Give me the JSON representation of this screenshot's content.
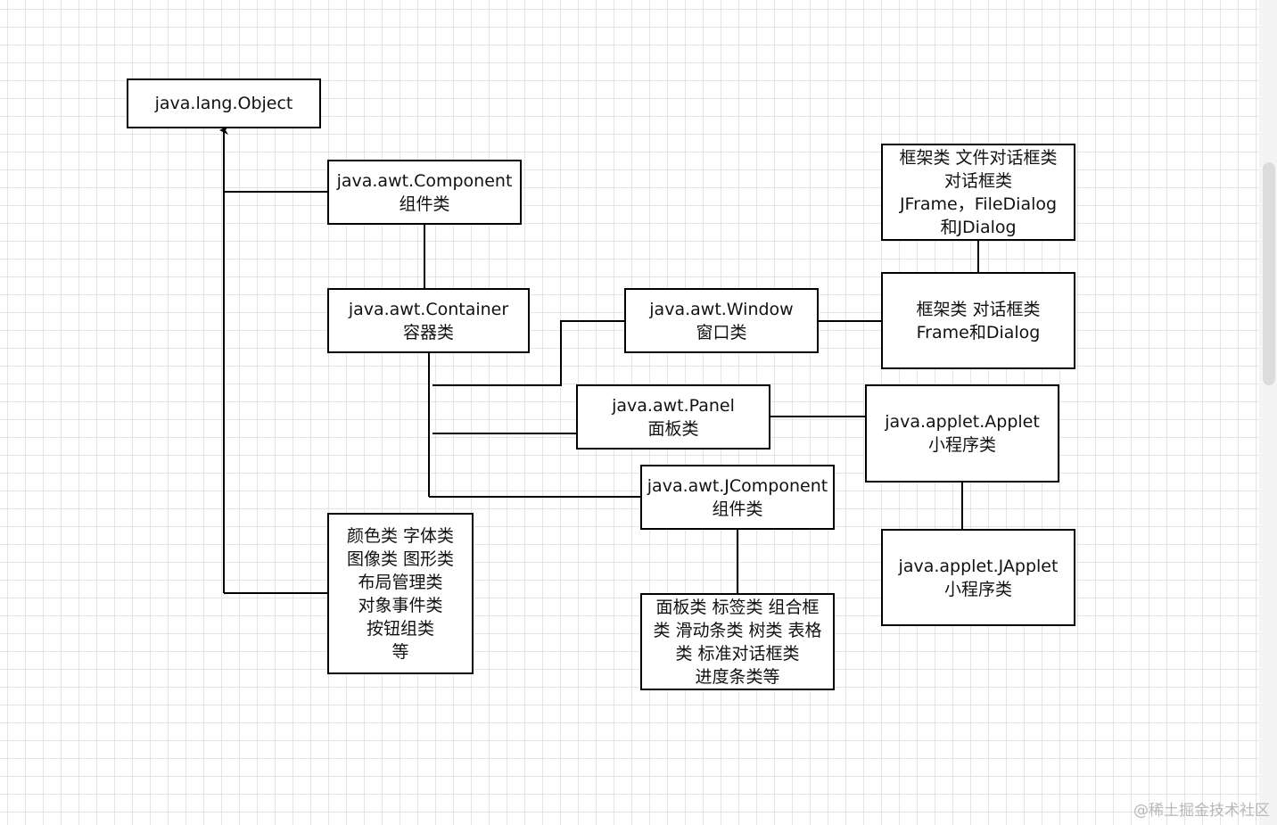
{
  "nodes": {
    "object": [
      "java.lang.Object"
    ],
    "component": [
      "java.awt.Component",
      "组件类"
    ],
    "container": [
      "java.awt.Container",
      "容器类"
    ],
    "window": [
      "java.awt.Window",
      "窗口类"
    ],
    "frame_dialog": [
      "框架类 对话框类",
      "Frame和Dialog"
    ],
    "jframe": [
      "框架类 文件对话框类",
      "对话框类",
      "JFrame，FileDialog",
      "和JDialog"
    ],
    "panel": [
      "java.awt.Panel",
      "面板类"
    ],
    "applet": [
      "java.applet.Applet",
      "小程序类"
    ],
    "jcomponent": [
      "java.awt.JComponent",
      "组件类"
    ],
    "japplet": [
      "java.applet.JApplet",
      "小程序类"
    ],
    "misc": [
      "颜色类 字体类",
      "图像类 图形类",
      "布局管理类",
      "对象事件类",
      "按钮组类",
      "等"
    ],
    "swing": [
      "面板类 标签类 组合框",
      "类 滑动条类 树类 表格",
      "类 标准对话框类",
      "进度条类等"
    ]
  },
  "watermark": "@稀土掘金技术社区",
  "colors": {
    "stroke": "#000000",
    "grid": "#e4e4e4",
    "watermark": "#b8b8b8"
  }
}
